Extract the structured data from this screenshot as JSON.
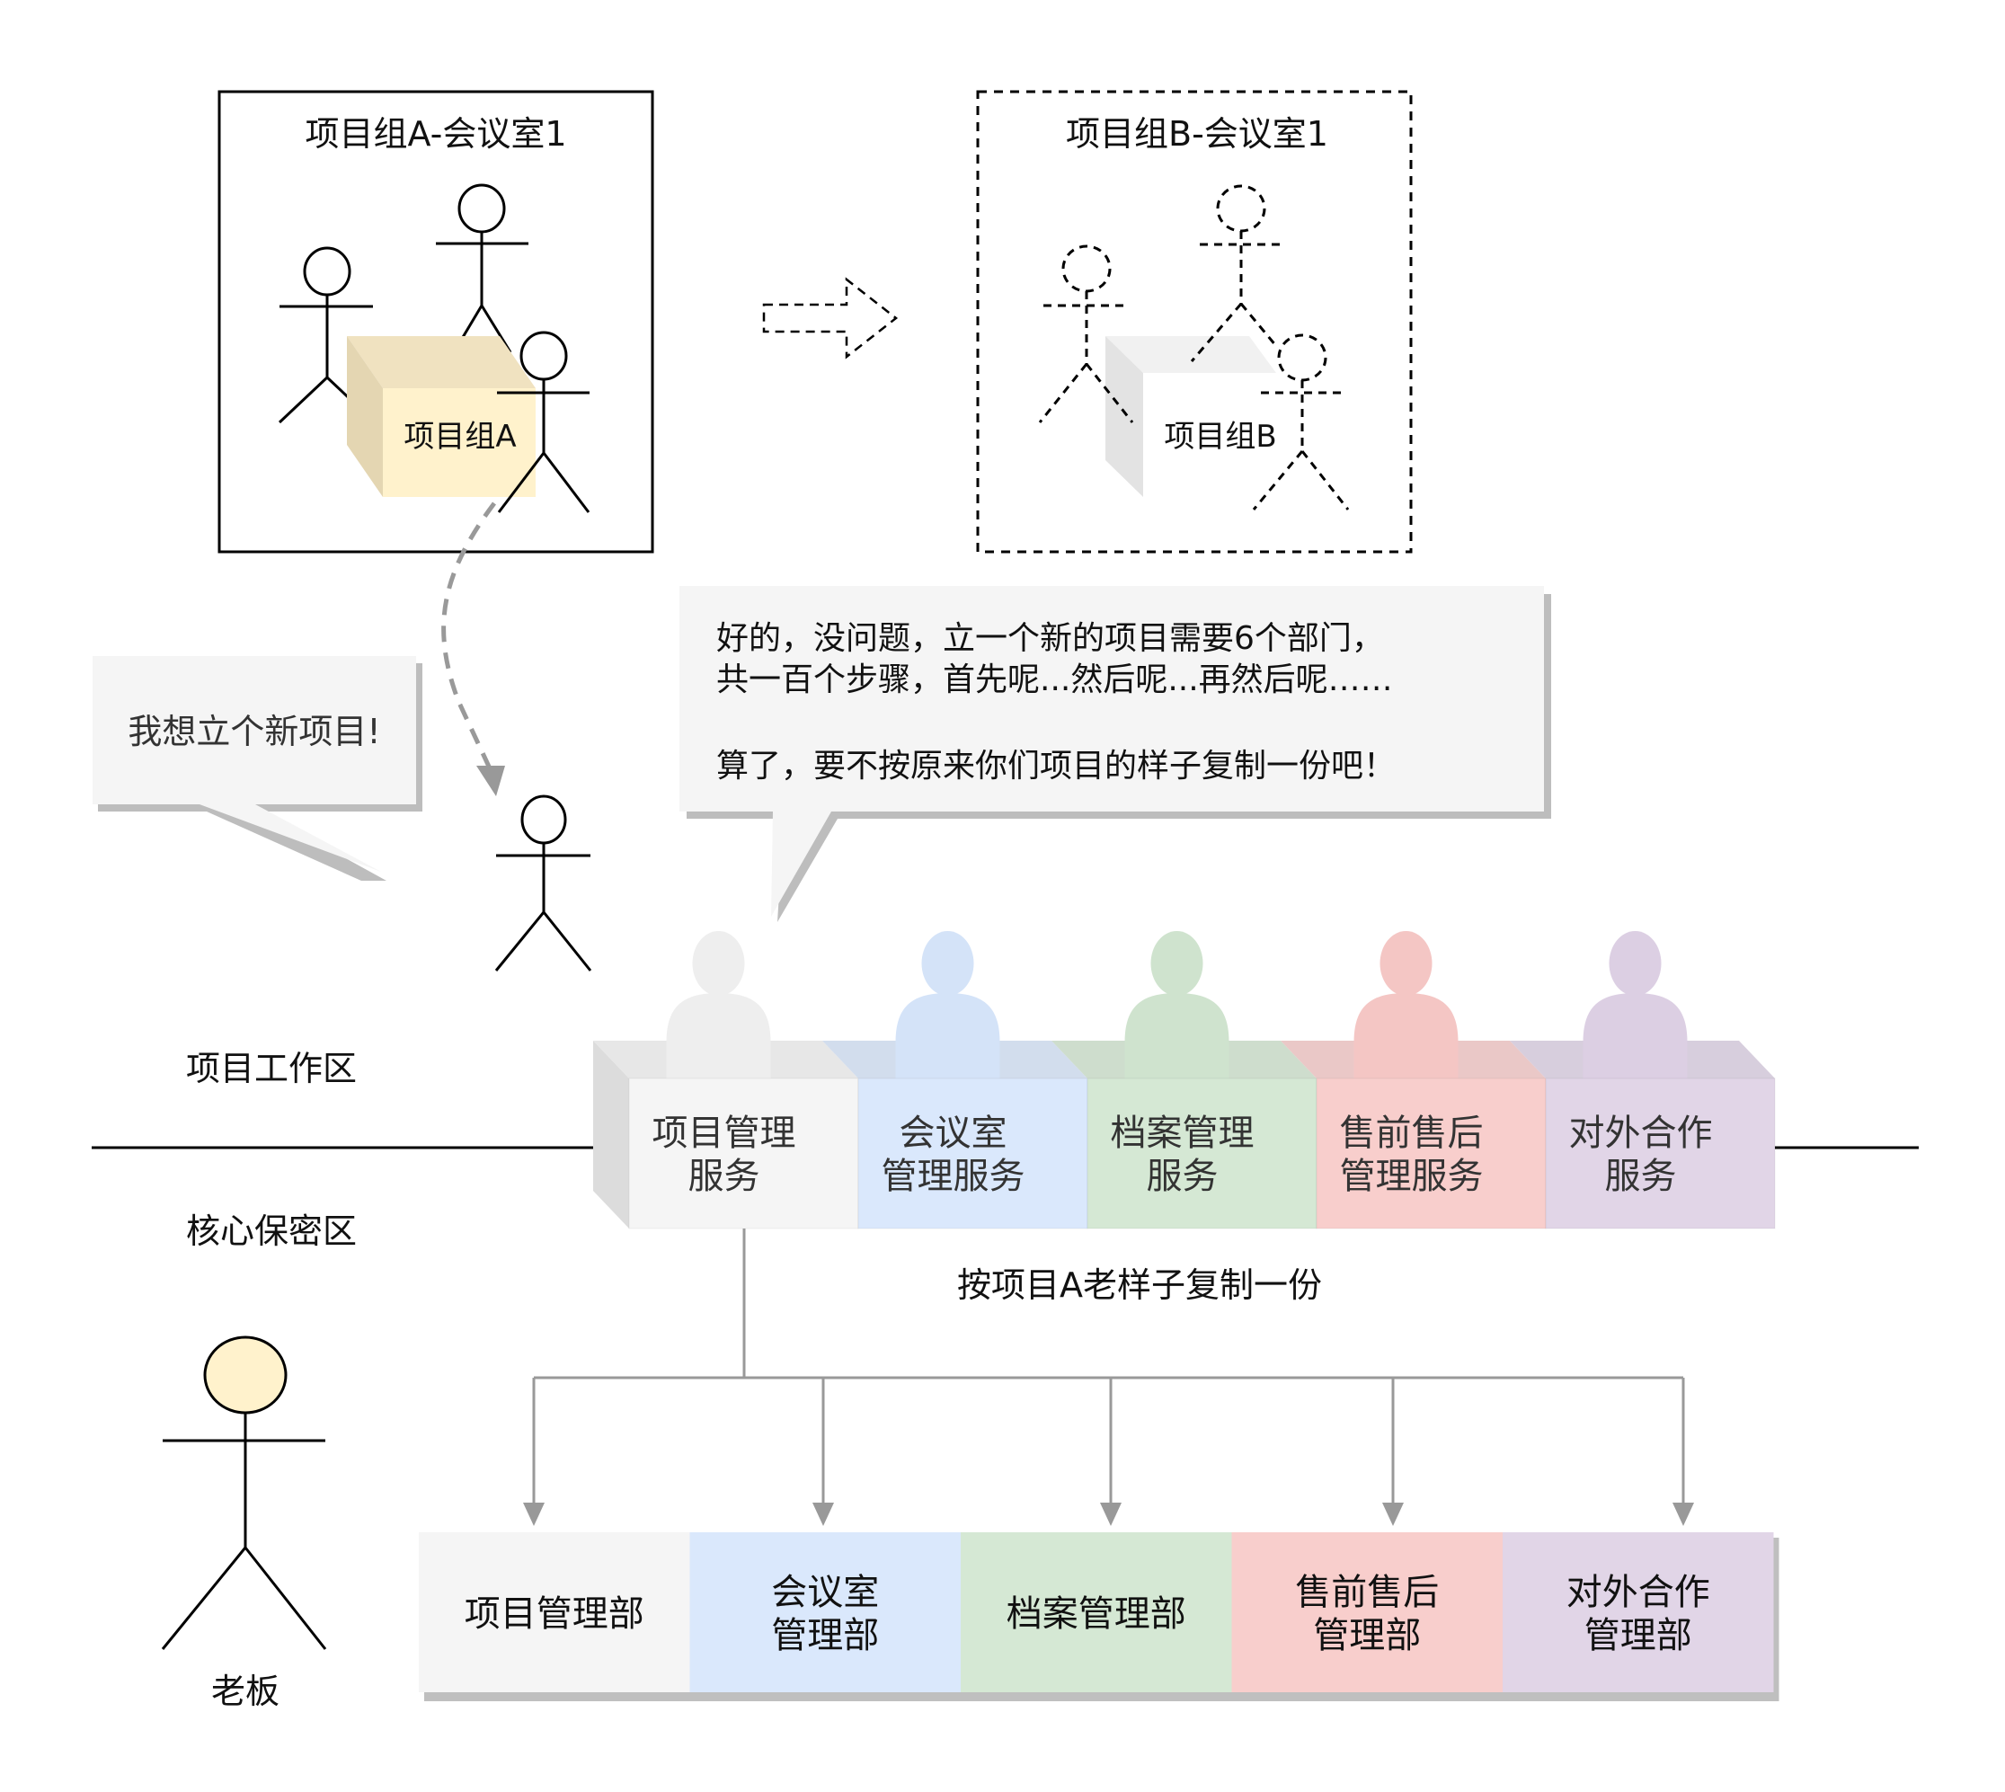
{
  "room_a": {
    "title": "项目组A-会议室1",
    "box_label": "项目组A"
  },
  "room_b": {
    "title": "项目组B-会议室1",
    "box_label": "项目组B"
  },
  "bubble_left": {
    "text": "我想立个新项目!"
  },
  "bubble_right": {
    "line1": "好的，没问题，立一个新的项目需要6个部门，",
    "line2": "共一百个步骤，首先呢...然后呢...再然后呢……",
    "line3": "算了，要不按原来你们项目的样子复制一份吧！"
  },
  "zones": {
    "work": "项目工作区",
    "core": "核心保密区"
  },
  "boss": {
    "label": "老板"
  },
  "copy_label": "按项目A老样子复制一份",
  "services": [
    {
      "line1": "项目管理",
      "line2": "服务",
      "color": "#f5f5f5",
      "person": "#eeeeee"
    },
    {
      "line1": "会议室",
      "line2": "管理服务",
      "color": "#dae8fc",
      "person": "#d4e3f8"
    },
    {
      "line1": "档案管理",
      "line2": "服务",
      "color": "#d5e8d4",
      "person": "#cfe3ce"
    },
    {
      "line1": "售前售后",
      "line2": "管理服务",
      "color": "#f8cecc",
      "person": "#f4c6c4"
    },
    {
      "line1": "对外合作",
      "line2": "服务",
      "color": "#e1d5e7",
      "person": "#dccfe3"
    }
  ],
  "departments": [
    {
      "line1": "项目管理部",
      "line2": "",
      "color": "#f5f5f5"
    },
    {
      "line1": "会议室",
      "line2": "管理部",
      "color": "#dae8fc"
    },
    {
      "line1": "档案管理部",
      "line2": "",
      "color": "#d5e8d4"
    },
    {
      "line1": "售前售后",
      "line2": "管理部",
      "color": "#f8cecc"
    },
    {
      "line1": "对外合作",
      "line2": "管理部",
      "color": "#e1d5e7"
    }
  ]
}
